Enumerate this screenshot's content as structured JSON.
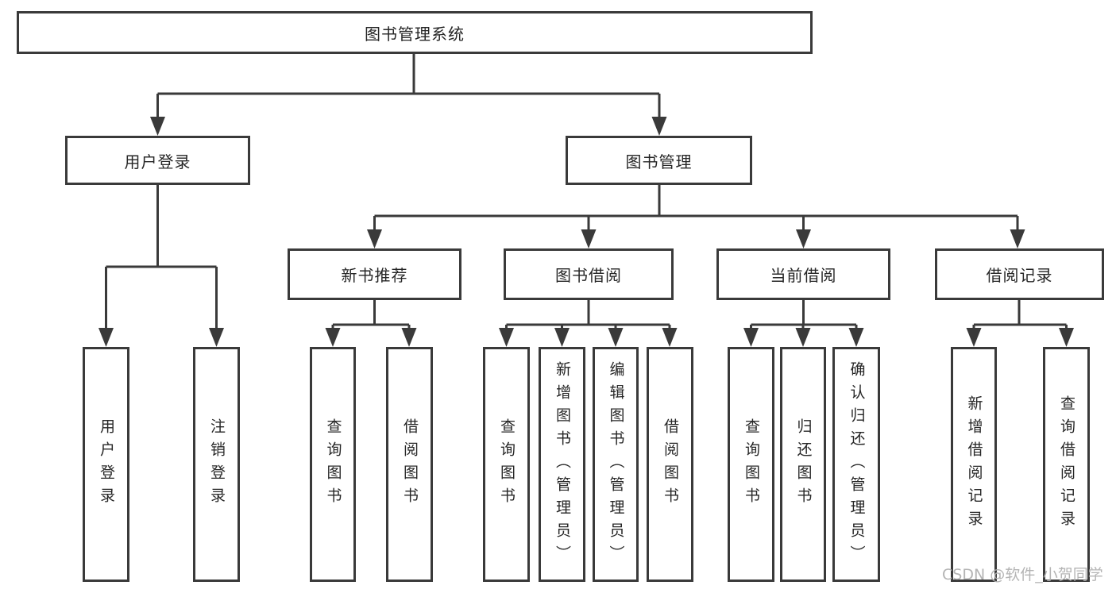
{
  "diagram": {
    "type": "tree",
    "root": {
      "label": "图书管理系统"
    },
    "level2": [
      {
        "label": "用户登录"
      },
      {
        "label": "图书管理"
      }
    ],
    "level3": [
      {
        "label": "新书推荐"
      },
      {
        "label": "图书借阅"
      },
      {
        "label": "当前借阅"
      },
      {
        "label": "借阅记录"
      }
    ],
    "leaves_user_login": [
      {
        "label": "用户登录"
      },
      {
        "label": "注销登录"
      }
    ],
    "leaves_new_book": [
      {
        "label": "查询图书"
      },
      {
        "label": "借阅图书"
      }
    ],
    "leaves_book_borrow": [
      {
        "label": "查询图书"
      },
      {
        "label": "新增图书（管理员）"
      },
      {
        "label": "编辑图书（管理员）"
      },
      {
        "label": "借阅图书"
      }
    ],
    "leaves_current_borrow": [
      {
        "label": "查询图书"
      },
      {
        "label": "归还图书"
      },
      {
        "label": "确认归还（管理员）"
      }
    ],
    "leaves_borrow_record": [
      {
        "label": "新增借阅记录"
      },
      {
        "label": "查询借阅记录"
      }
    ]
  },
  "watermark": {
    "text": "CSDN @软件_小贺同学"
  },
  "colors": {
    "line": "#3a3a3a",
    "text": "#262626",
    "background": "#ffffff",
    "watermark": "#b0b0b0"
  }
}
